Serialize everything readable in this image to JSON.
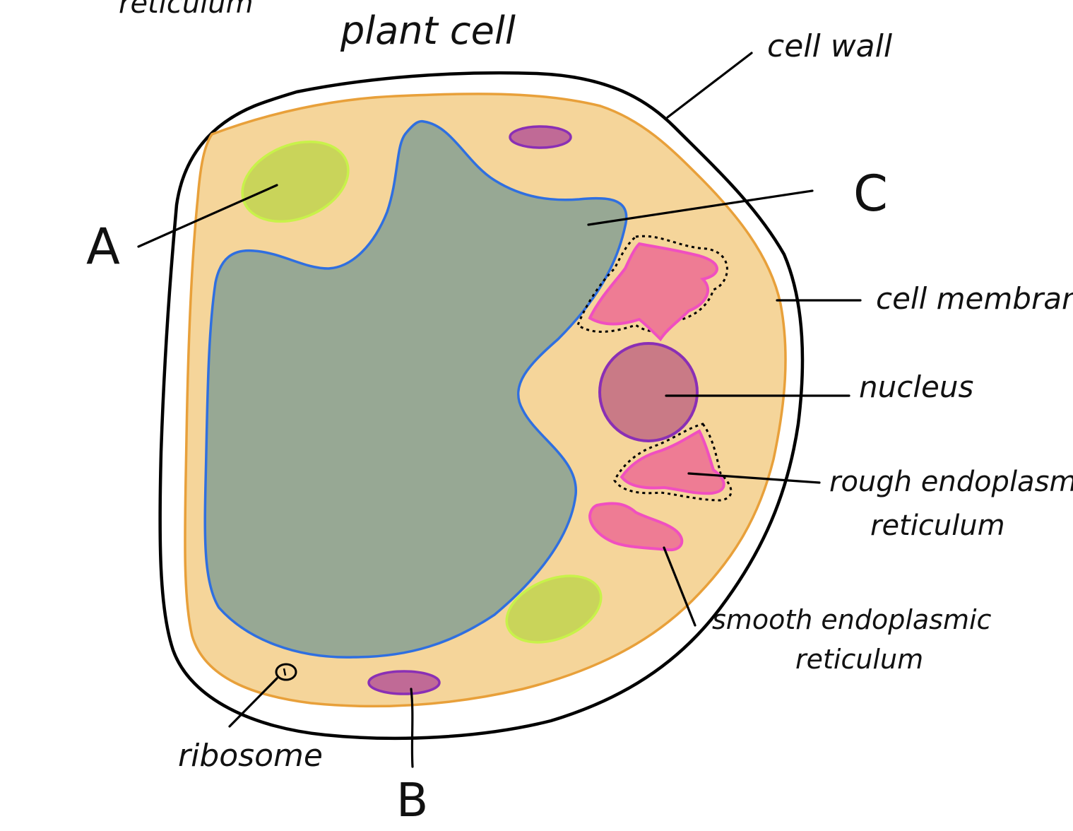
{
  "diagram": {
    "partial_top_text": "reticulum",
    "title": "plant cell",
    "labels": {
      "cell_wall": "cell wall",
      "c": "C",
      "a": "A",
      "cell_membrane": "cell membrane",
      "nucleus": "nucleus",
      "rough_er_line1": "rough endoplasmic",
      "rough_er_line2": "reticulum",
      "smooth_er_line1": "smooth endoplasmic",
      "smooth_er_line2": "reticulum",
      "ribosome": "ribosome",
      "b": "B"
    },
    "colors": {
      "cell_wall": "#000000",
      "cytoplasm": "#f5d59a",
      "cell_membrane": "#e8a03a",
      "vacuole": "#97a894",
      "vacuole_outline": "#2f6fe0",
      "chloroplast": "#c9d45a",
      "chloroplast_outline": "#c8f24a",
      "mitochondrion": "#c06a96",
      "mitochondrion_outline": "#8a2fb5",
      "nucleus": "#c97a86",
      "nucleus_outline": "#8a2fb5",
      "er": "#ee7c94",
      "er_outline": "#f04fc0"
    }
  }
}
